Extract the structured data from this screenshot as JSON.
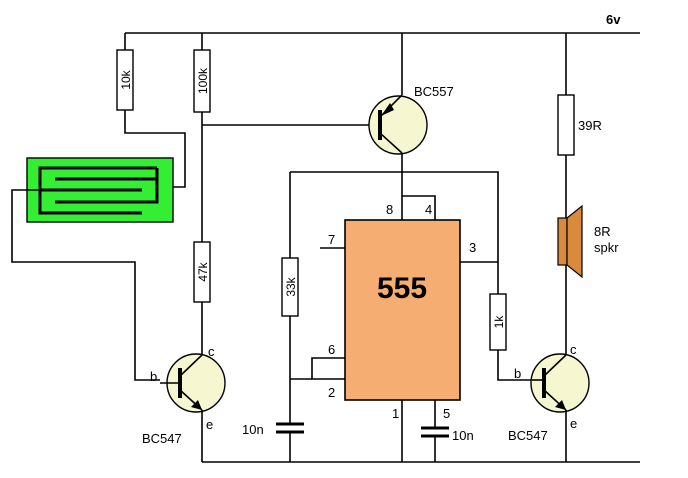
{
  "supply": {
    "label": "6v"
  },
  "resistors": {
    "r10k": "10k",
    "r100k": "100k",
    "r47k": "47k",
    "r33k": "33k",
    "r1k": "1k",
    "r39": "39R"
  },
  "speaker": {
    "line1": "8R",
    "line2": "spkr"
  },
  "transistors": {
    "pnp": "BC557",
    "npn_left": "BC547",
    "npn_right": "BC547",
    "b": "b",
    "c": "c",
    "e": "e"
  },
  "ic": {
    "name": "555",
    "pins": {
      "p1": "1",
      "p2": "2",
      "p3": "3",
      "p4": "4",
      "p5": "5",
      "p6": "6",
      "p7": "7",
      "p8": "8"
    }
  },
  "capacitors": {
    "c_left": "10n",
    "c_right": "10n"
  },
  "colors": {
    "sensor": "#33ee33",
    "ic_body": "#f5ad72",
    "speaker": "#d98a3c",
    "transistor_fill": "#f6f6d0"
  }
}
